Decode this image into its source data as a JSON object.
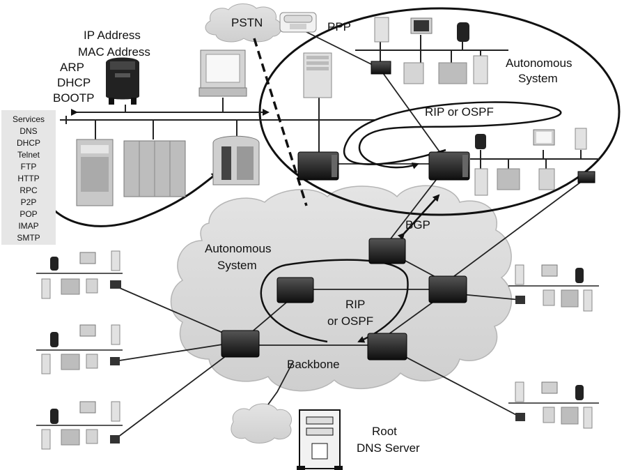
{
  "labels": {
    "pstn": "PSTN",
    "ppp": "PPP",
    "ip_address": "IP Address",
    "mac_address": "MAC Address",
    "arp": "ARP",
    "dhcp": "DHCP",
    "bootp": "BOOTP",
    "as_top_line1": "Autonomous",
    "as_top_line2": "System",
    "rip_ospf_top": "RIP or OSPF",
    "bgp": "BGP",
    "as_bottom_line1": "Autonomous",
    "as_bottom_line2": "System",
    "rip_bottom_line1": "RIP",
    "rip_bottom_line2": "or OSPF",
    "backbone": "Backbone",
    "root_line1": "Root",
    "root_line2": "DNS Server"
  },
  "services": [
    "Services",
    "DNS",
    "DHCP",
    "Telnet",
    "FTP",
    "HTTP",
    "RPC",
    "P2P",
    "POP",
    "IMAP",
    "SMTP"
  ],
  "icons": [
    "cloud-icon",
    "telephone-icon",
    "server-tower-icon",
    "monitor-icon",
    "router-icon",
    "mainframe-rack-icon",
    "dns-server-icon"
  ],
  "colors": {
    "cloud": "#d9d9d9",
    "router": "#1e1e1e",
    "line": "#222222",
    "services_panel": "#e6e6e6"
  }
}
